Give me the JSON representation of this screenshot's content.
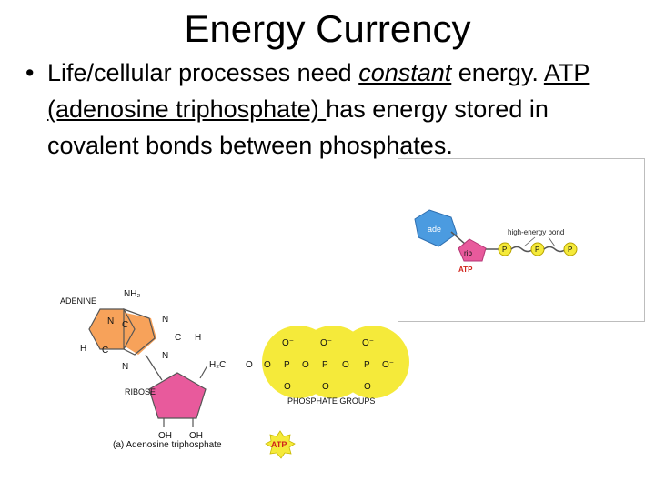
{
  "slide": {
    "title": "Energy Currency",
    "bullet": {
      "dot": "•",
      "text_a": "Life/cellular processes need ",
      "text_b": "constant",
      "text_c": " energy. ",
      "text_d": "ATP (adenosine triphosphate) ",
      "text_e": "has energy stored in covalent bonds between phosphates."
    }
  },
  "small_figure": {
    "ade": "ade",
    "rib": "rib",
    "high_energy_bond": "high-energy bond",
    "p": "P",
    "atp": "ATP"
  },
  "big_figure": {
    "adenine_label": "ADENINE",
    "ribose_label": "RIBOSE",
    "phosphate_groups_label": "PHOSPHATE GROUPS",
    "caption": "(a) Adenosine triphosphate",
    "atp_badge": "ATP",
    "nh2": "NH₂",
    "n": "N",
    "c": "C",
    "h": "H",
    "o": "O",
    "o_minus": "O⁻",
    "p": "P",
    "h2c": "H₂C",
    "oh": "OH"
  },
  "colors": {
    "adenine": "#f7a25a",
    "ribose": "#e85a9c",
    "phosphate": "#f5ea3a",
    "ade_pentagon": "#4b9be0",
    "atp_red": "#d0231b"
  }
}
